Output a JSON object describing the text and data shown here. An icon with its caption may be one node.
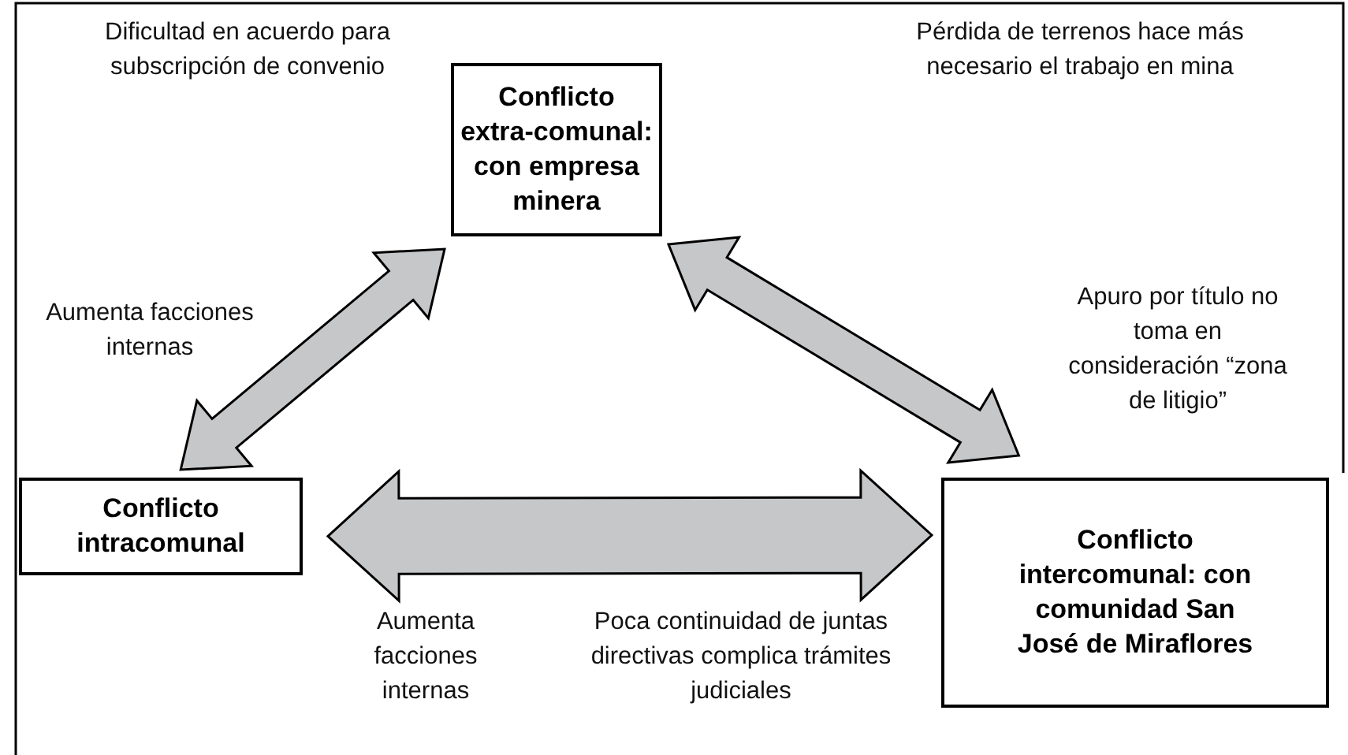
{
  "diagram": {
    "nodes": [
      {
        "text": [
          "Conflicto extra-comunal: con empresa minera"
        ]
      },
      {
        "text": [
          "Conflicto intracomunal"
        ]
      },
      {
        "text": [
          "Conflicto intercomunal: con comunidad San José de Miraflores"
        ]
      }
    ],
    "edges": [
      {
        "from": 1,
        "to": 0,
        "arrow": "both"
      },
      {
        "from": 0,
        "to": 2,
        "arrow": "both"
      },
      {
        "from": 1,
        "to": 2,
        "arrow": "both"
      }
    ],
    "labels": [
      "Dificultad en acuerdo para subscripción de convenio",
      "Pérdida de terrenos hace más necesario el trabajo en mina",
      "Aumenta facciones internas",
      "Apuro por título no toma en consideración “zona de litigio”",
      "Aumenta facciones internas",
      "Poca continuidad de juntas directivas complica trámites judiciales"
    ]
  }
}
